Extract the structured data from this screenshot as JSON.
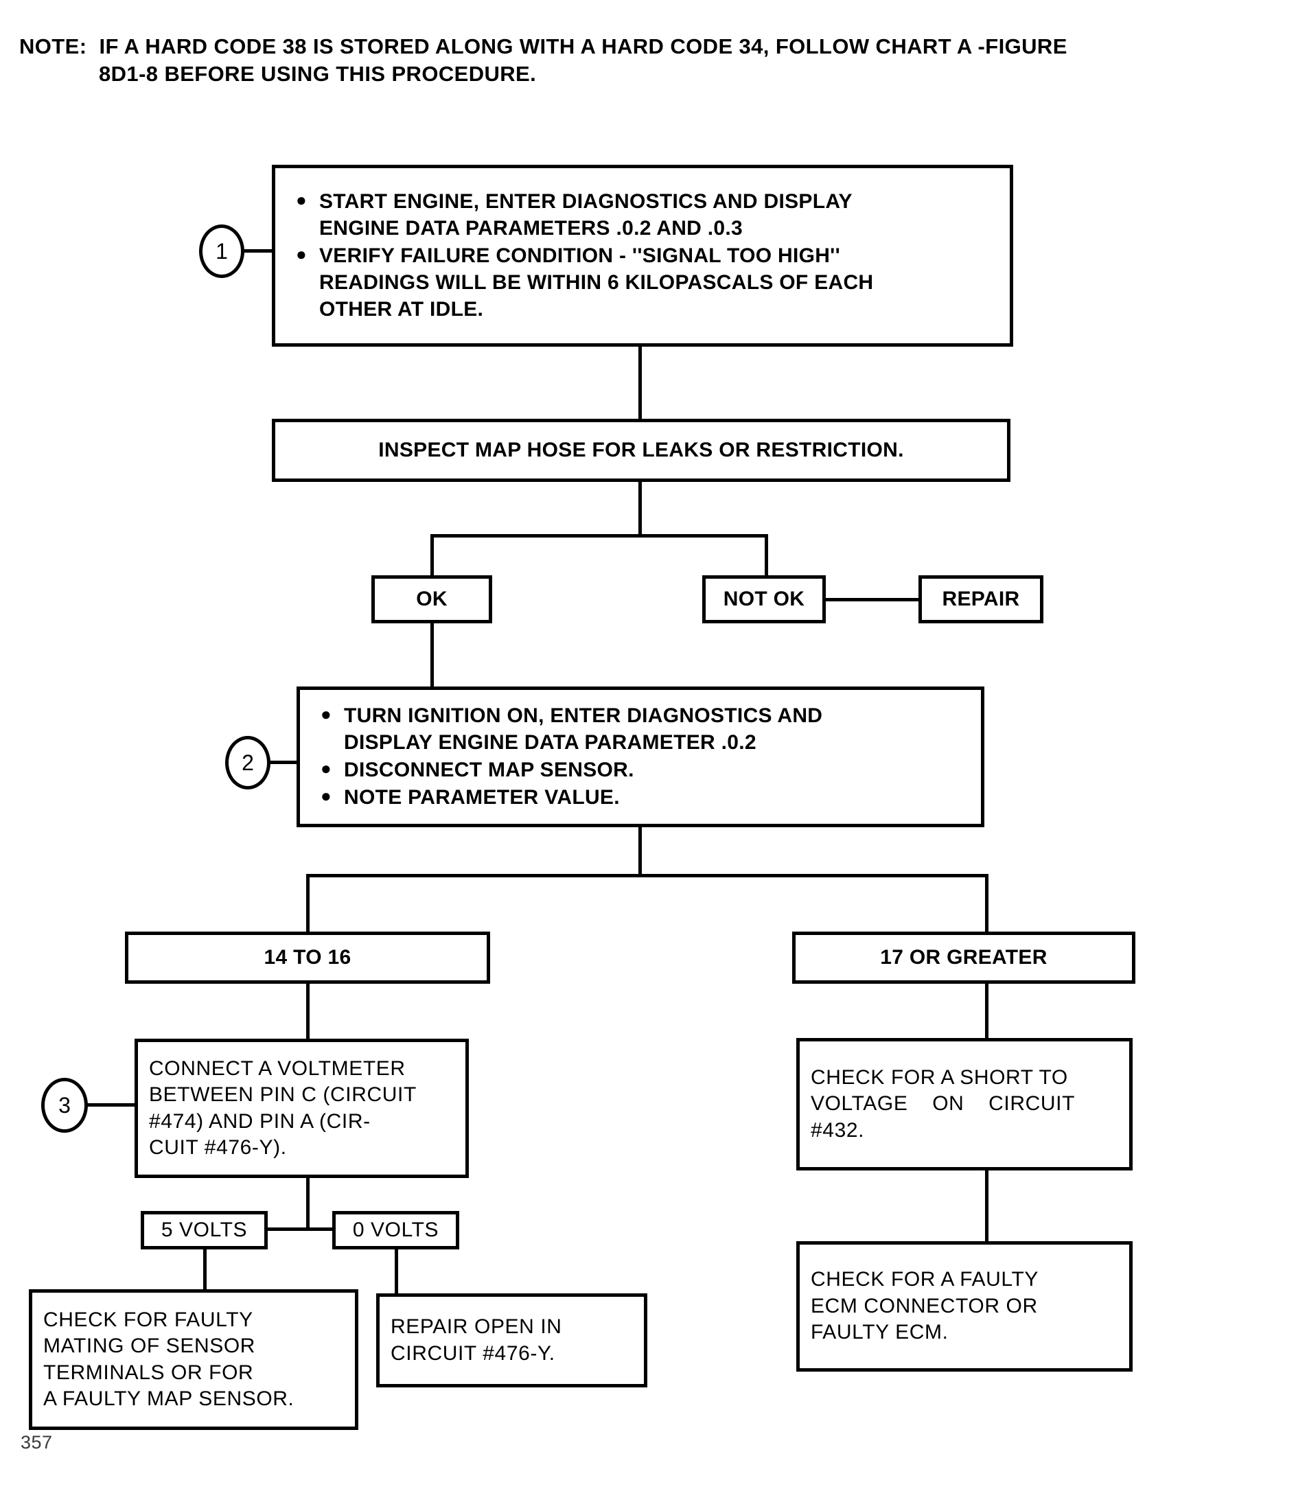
{
  "page": {
    "page_number": "357",
    "ink_color": "#000000",
    "background_color": "#ffffff"
  },
  "note": {
    "line1": "NOTE:  IF A HARD CODE 38 IS STORED ALONG WITH A HARD CODE 34, FOLLOW CHART A -FIGURE",
    "line2": "8D1-8 BEFORE USING THIS PROCEDURE."
  },
  "chart_data": {
    "type": "diagram",
    "title": "MAP sensor diagnostic flow chart",
    "nodes": [
      {
        "id": "step1",
        "step_marker": "1",
        "kind": "process",
        "bullets": [
          "START ENGINE, ENTER DIAGNOSTICS AND DISPLAY\nENGINE DATA PARAMETERS .0.2 AND .0.3",
          "VERIFY FAILURE CONDITION - ''SIGNAL TOO HIGH''\nREADINGS WILL BE WITHIN 6 KILOPASCALS OF EACH\nOTHER AT IDLE."
        ]
      },
      {
        "id": "inspect",
        "kind": "process",
        "text": "INSPECT MAP HOSE FOR LEAKS OR RESTRICTION."
      },
      {
        "id": "ok",
        "kind": "condition",
        "text": "OK"
      },
      {
        "id": "notok",
        "kind": "condition",
        "text": "NOT OK"
      },
      {
        "id": "repair",
        "kind": "action",
        "text": "REPAIR"
      },
      {
        "id": "step2",
        "step_marker": "2",
        "kind": "process",
        "bullets": [
          "TURN IGNITION ON, ENTER DIAGNOSTICS AND\nDISPLAY ENGINE DATA PARAMETER .0.2",
          "DISCONNECT MAP SENSOR.",
          "NOTE PARAMETER VALUE."
        ]
      },
      {
        "id": "range_low",
        "kind": "condition",
        "text": "14 TO 16"
      },
      {
        "id": "range_high",
        "kind": "condition",
        "text": "17 OR GREATER"
      },
      {
        "id": "step3",
        "step_marker": "3",
        "kind": "process",
        "lines": [
          "CONNECT A VOLTMETER",
          "BETWEEN PIN C (CIRCUIT",
          "#474) AND PIN A (CIR-",
          "CUIT #476-Y)."
        ]
      },
      {
        "id": "short_check",
        "kind": "action",
        "lines": [
          "CHECK FOR A SHORT TO",
          "VOLTAGE    ON    CIRCUIT",
          "#432."
        ]
      },
      {
        "id": "v5",
        "kind": "condition",
        "text": "5 VOLTS"
      },
      {
        "id": "v0",
        "kind": "condition",
        "text": "0 VOLTS"
      },
      {
        "id": "faulty_mating",
        "kind": "action",
        "lines": [
          "CHECK FOR FAULTY",
          "MATING OF SENSOR",
          "TERMINALS OR FOR",
          "A FAULTY MAP SENSOR."
        ]
      },
      {
        "id": "repair_open",
        "kind": "action",
        "lines": [
          "REPAIR OPEN IN",
          "CIRCUIT #476-Y."
        ]
      },
      {
        "id": "faulty_ecm",
        "kind": "action",
        "lines": [
          "CHECK FOR A FAULTY",
          "ECM CONNECTOR OR",
          "FAULTY ECM."
        ]
      }
    ],
    "edges": [
      {
        "from": "step1",
        "to": "inspect"
      },
      {
        "from": "inspect",
        "to": "ok"
      },
      {
        "from": "inspect",
        "to": "notok"
      },
      {
        "from": "notok",
        "to": "repair"
      },
      {
        "from": "ok",
        "to": "step2"
      },
      {
        "from": "step2",
        "to": "range_low"
      },
      {
        "from": "step2",
        "to": "range_high"
      },
      {
        "from": "range_low",
        "to": "step3"
      },
      {
        "from": "range_high",
        "to": "short_check"
      },
      {
        "from": "step3",
        "to": "v5"
      },
      {
        "from": "step3",
        "to": "v0"
      },
      {
        "from": "v5",
        "to": "faulty_mating"
      },
      {
        "from": "v0",
        "to": "repair_open"
      },
      {
        "from": "short_check",
        "to": "faulty_ecm"
      }
    ]
  }
}
